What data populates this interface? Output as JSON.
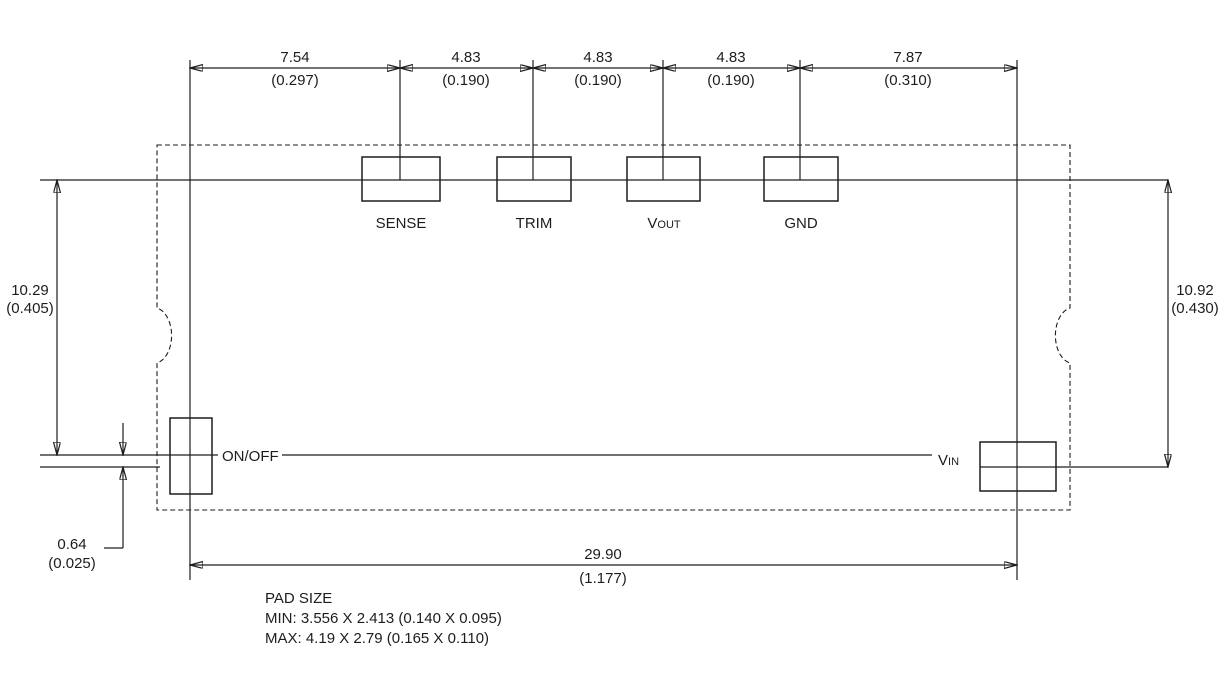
{
  "dims": {
    "top": [
      {
        "mm": "7.54",
        "in": "(0.297)"
      },
      {
        "mm": "4.83",
        "in": "(0.190)"
      },
      {
        "mm": "4.83",
        "in": "(0.190)"
      },
      {
        "mm": "4.83",
        "in": "(0.190)"
      },
      {
        "mm": "7.87",
        "in": "(0.310)"
      }
    ],
    "left": {
      "mm": "10.29",
      "in": "(0.405)"
    },
    "right": {
      "mm": "10.92",
      "in": "(0.430)"
    },
    "offset": {
      "mm": "0.64",
      "in": "(0.025)"
    },
    "bottom": {
      "mm": "29.90",
      "in": "(1.177)"
    }
  },
  "pins": {
    "sense": "SENSE",
    "trim": "TRIM",
    "vout": {
      "base": "V",
      "sub": "OUT"
    },
    "gnd": "GND",
    "onoff": "ON/OFF",
    "vin": {
      "base": "V",
      "sub": "IN"
    }
  },
  "note": {
    "title": "PAD SIZE",
    "min": "MIN: 3.556 X 2.413 (0.140 X 0.095)",
    "max": "MAX: 4.19 X 2.79 (0.165 X 0.110)"
  },
  "colors": {
    "ink": "#1d1d1d",
    "background": "#ffffff"
  }
}
